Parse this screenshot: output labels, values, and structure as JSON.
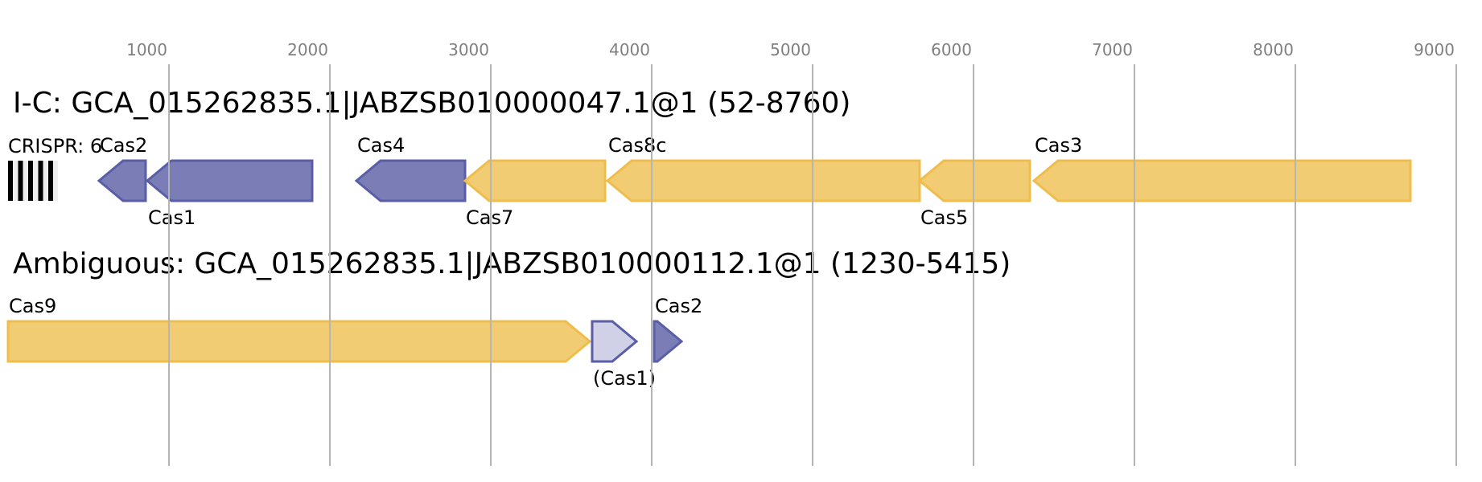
{
  "axis": {
    "ticks": [
      1000,
      2000,
      3000,
      4000,
      5000,
      6000,
      7000,
      8000,
      9000
    ],
    "tick_labels": [
      "1000",
      "2000",
      "3000",
      "4000",
      "5000",
      "6000",
      "7000",
      "8000",
      "9000"
    ],
    "range_bp": [
      0,
      9000
    ]
  },
  "colors": {
    "adaptation": "#7b7db6",
    "adaptation_stroke": "#5a5ea6",
    "adaptation_putative": "#d0d0e6",
    "interference": "#f1cc73",
    "interference_stroke": "#efbd4c",
    "grid": "#b4b4b4",
    "tick_text": "#808080",
    "crispr_bar": "#000000",
    "crispr_gap": "#eeeeee"
  },
  "loci": [
    {
      "title": "I-C: GCA_015262835.1|JABZSB010000047.1@1 (52-8760)",
      "crispr": {
        "label": "CRISPR: 6",
        "start": 0,
        "end": 300,
        "repeats": 6
      },
      "genes": [
        {
          "name": "Cas2",
          "start": 565,
          "end": 855,
          "strand": "-",
          "type": "adaptation",
          "label_pos": "above"
        },
        {
          "name": "Cas1",
          "start": 865,
          "end": 1890,
          "strand": "-",
          "type": "adaptation",
          "label_pos": "below"
        },
        {
          "name": "Cas4",
          "start": 2165,
          "end": 2840,
          "strand": "-",
          "type": "adaptation",
          "label_pos": "above"
        },
        {
          "name": "Cas7",
          "start": 2840,
          "end": 3710,
          "strand": "-",
          "type": "interference",
          "label_pos": "below"
        },
        {
          "name": "Cas8c",
          "start": 3725,
          "end": 5665,
          "strand": "-",
          "type": "interference",
          "label_pos": "above"
        },
        {
          "name": "Cas5",
          "start": 5665,
          "end": 6350,
          "strand": "-",
          "type": "interference",
          "label_pos": "below"
        },
        {
          "name": "Cas3",
          "start": 6375,
          "end": 8715,
          "strand": "-",
          "type": "interference",
          "label_pos": "above"
        }
      ]
    },
    {
      "title": "Ambiguous: GCA_015262835.1|JABZSB010000112.1@1 (1230-5415)",
      "genes": [
        {
          "name": "Cas9",
          "start": 0,
          "end": 3615,
          "strand": "+",
          "type": "interference",
          "label_pos": "above"
        },
        {
          "name": "(Cas1)",
          "start": 3630,
          "end": 3905,
          "strand": "+",
          "type": "adaptation_putative",
          "label_pos": "below"
        },
        {
          "name": "Cas2",
          "start": 4015,
          "end": 4185,
          "strand": "+",
          "type": "adaptation",
          "label_pos": "above"
        }
      ]
    }
  ]
}
